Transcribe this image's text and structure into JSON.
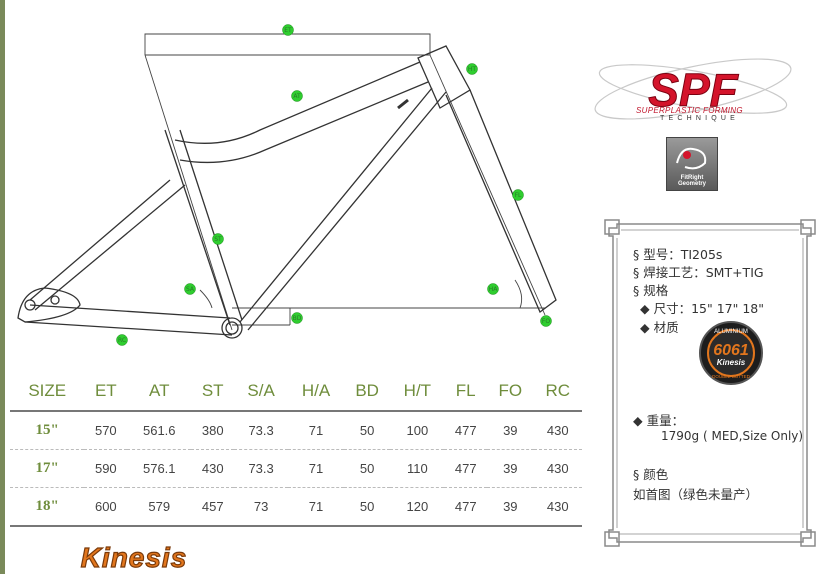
{
  "brand": {
    "name": "Kinesis",
    "spf_logo_text": "SPF",
    "spf_subtitle": "SUPERPLASTIC FORMING",
    "spf_tagline": "TECHNIQUE",
    "fitright_text": "FitRight Geometry",
    "material_badge": {
      "top": "ALUMINIUM",
      "number": "6061",
      "brand": "Kinesis",
      "bottom": "DOUBLE BUTTED"
    }
  },
  "diagram_labels": {
    "et": "ET",
    "ht": "HT",
    "at": "AT",
    "fl": "FL",
    "st": "ST",
    "sa": "SA",
    "ha": "HA",
    "bd": "BD",
    "fo": "FO",
    "rc": "RC"
  },
  "spec_panel": {
    "model": "§ 型号：TI205s",
    "welding": "§ 焊接工艺：SMT+TIG",
    "spec_heading": "§ 规格",
    "size": "◆ 尺寸：15\" 17\" 18\"",
    "material": "◆  材质",
    "weight_label": "◆  重量：",
    "weight_value": "1790g ( MED,Size Only)",
    "color_heading": "§ 颜色",
    "color_value": "如首图（绿色未量产）"
  },
  "table": {
    "headers": [
      "SIZE",
      "ET",
      "AT",
      "ST",
      "S/A",
      "H/A",
      "BD",
      "H/T",
      "FL",
      "FO",
      "RC"
    ],
    "rows": [
      [
        "15\"",
        "570",
        "561.6",
        "380",
        "73.3",
        "71",
        "50",
        "100",
        "477",
        "39",
        "430"
      ],
      [
        "17\"",
        "590",
        "576.1",
        "430",
        "73.3",
        "71",
        "50",
        "110",
        "477",
        "39",
        "430"
      ],
      [
        "18\"",
        "600",
        "579",
        "457",
        "73",
        "71",
        "50",
        "120",
        "477",
        "39",
        "430"
      ]
    ]
  },
  "colors": {
    "accent_green": "#6f8d3c",
    "spf_red": "#d4142b",
    "kinesis_orange": "#e2761d"
  }
}
